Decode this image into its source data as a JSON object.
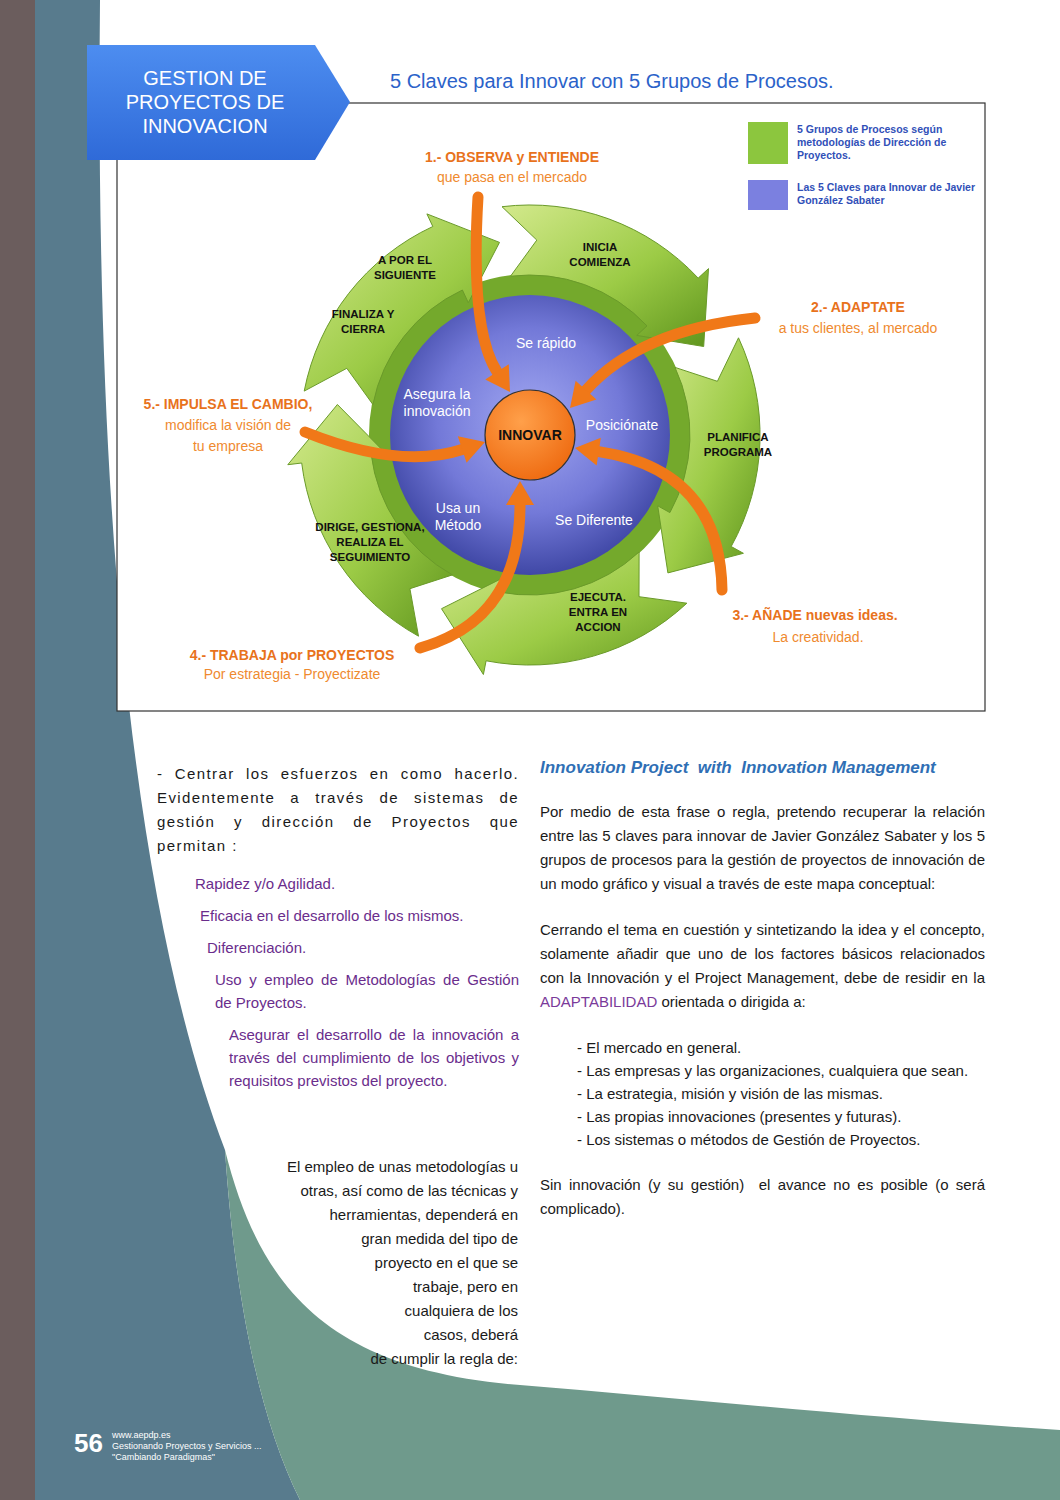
{
  "diagram": {
    "title": "5 Claves para Innovar con 5 Grupos de Procesos.",
    "nodes": [
      {
        "text": [
          "GESTION DE PROYECTOS DE INNOVACION"
        ]
      },
      {
        "text": [
          "Se rápido",
          "Posiciónate",
          "Se Diferente",
          "Usa un Método",
          "Asegura la innovación"
        ]
      },
      {
        "text": [
          "INNOVAR"
        ],
        "in": 1
      },
      {
        "text": [
          "INICIA COMIENZA"
        ]
      },
      {
        "text": [
          "PLANIFICA PROGRAMA"
        ]
      },
      {
        "text": [
          "EJECUTA. ENTRA EN ACCION"
        ]
      },
      {
        "text": [
          "DIRIGE, GESTIONA, REALIZA EL SEGUIMIENTO"
        ]
      },
      {
        "text": [
          "A POR EL SIGUIENTE",
          "FINALIZA Y CIERRA"
        ]
      }
    ],
    "labels": [
      "1.- OBSERVA y ENTIENDE",
      "que pasa en el mercado",
      "2.- ADAPTATE",
      "a tus clientes, al mercado",
      "5.- IMPULSA EL CAMBIO,",
      "modifica la visión de tu empresa",
      "3.- AÑADE nuevas ideas.",
      "La creatividad.",
      "4.- TRABAJA por PROYECTOS",
      "Por estrategia - Proyectizate",
      "- Centrar los esfuerzos en como hacerlo. Evidentemente a través de sistemas de gestión y dirección de Proyectos que permitan :",
      "Rapidez y/o Agilidad.",
      "Eficacia en el desarrollo de los mismos.",
      "Diferenciación.",
      "Uso y empleo de Metodologías de Gestión de Proyectos.",
      "Asegurar el desarrollo de la innovación a través del cumplimiento de los objetivos y requisitos previstos del proyecto.",
      "El empleo de unas metodologías u otras, así como de las técnicas y herramientas, dependerá en gran medida del tipo de proyecto en el que se trabaje, pero en cualquiera de los casos, deberá de cumplir la regla de:",
      "Innovation Project  with  Innovation Management",
      "Por medio de esta frase o regla, pretendo recuperar la relación entre las 5 claves para innovar de Javier González Sabater y los 5 grupos de procesos para la gestión de proyectos de innovación de un modo gráfico y visual a través de este mapa conceptual:",
      "Cerrando el tema en cuestión y sintetizando la idea y el concepto, solamente añadir que uno de los factores básicos relacionados con la Innovación y el Project Management, debe de residir en la",
      "ADAPTABILIDAD",
      "orientada o dirigida a:",
      "- El mercado en general.",
      "- Las empresas y las organizaciones, cualquiera que sean.",
      "- La estrategia, misión y visión de las mismas.",
      "- Las propias innovaciones (presentes y futuras).",
      "- Los sistemas o métodos de Gestión de Proyectos.",
      "Sin innovación (y su gestión)  el avance no es posible (o será complicado).",
      "56",
      "www.aepdp.es",
      "Gestionando Proyectos y Servicios ...",
      "\"Cambiando Paradigmas\""
    ],
    "legend": [
      {
        "text": "5 Grupos de Procesos según metodologías de Dirección de Proyectos.",
        "color": "#8cc63e"
      },
      {
        "text": "Las 5 Claves para Innovar de Javier González Sabater",
        "color": "#7b80e0"
      }
    ]
  }
}
